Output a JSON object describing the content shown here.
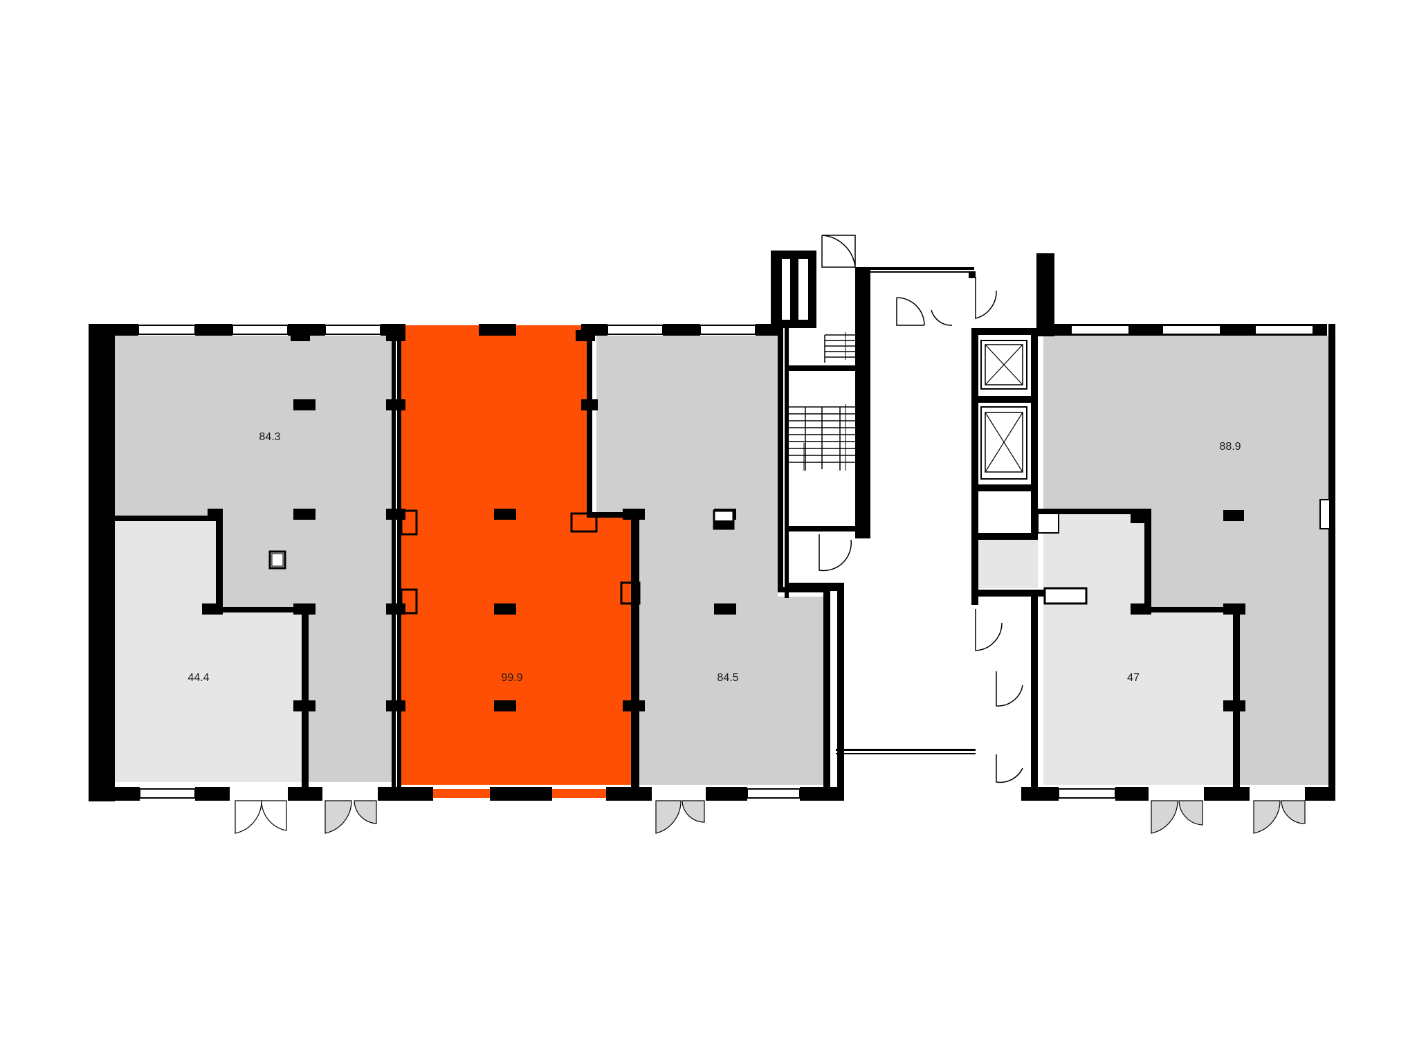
{
  "plan": {
    "colors": {
      "selected": "#ff4f05",
      "unit_dark": "#cfcfcf",
      "unit_light": "#e6e6e6",
      "corridor": "#ffffff",
      "wall": "#000000",
      "door": "#d6d6d6"
    },
    "units": [
      {
        "id": "unit-84-3",
        "area": "84.3",
        "tone": "dark"
      },
      {
        "id": "unit-44-4",
        "area": "44.4",
        "tone": "light"
      },
      {
        "id": "unit-99-9",
        "area": "99.9",
        "tone": "selected"
      },
      {
        "id": "unit-84-5",
        "area": "84.5",
        "tone": "dark"
      },
      {
        "id": "unit-88-9",
        "area": "88.9",
        "tone": "dark"
      },
      {
        "id": "unit-47",
        "area": "47",
        "tone": "light"
      }
    ]
  }
}
